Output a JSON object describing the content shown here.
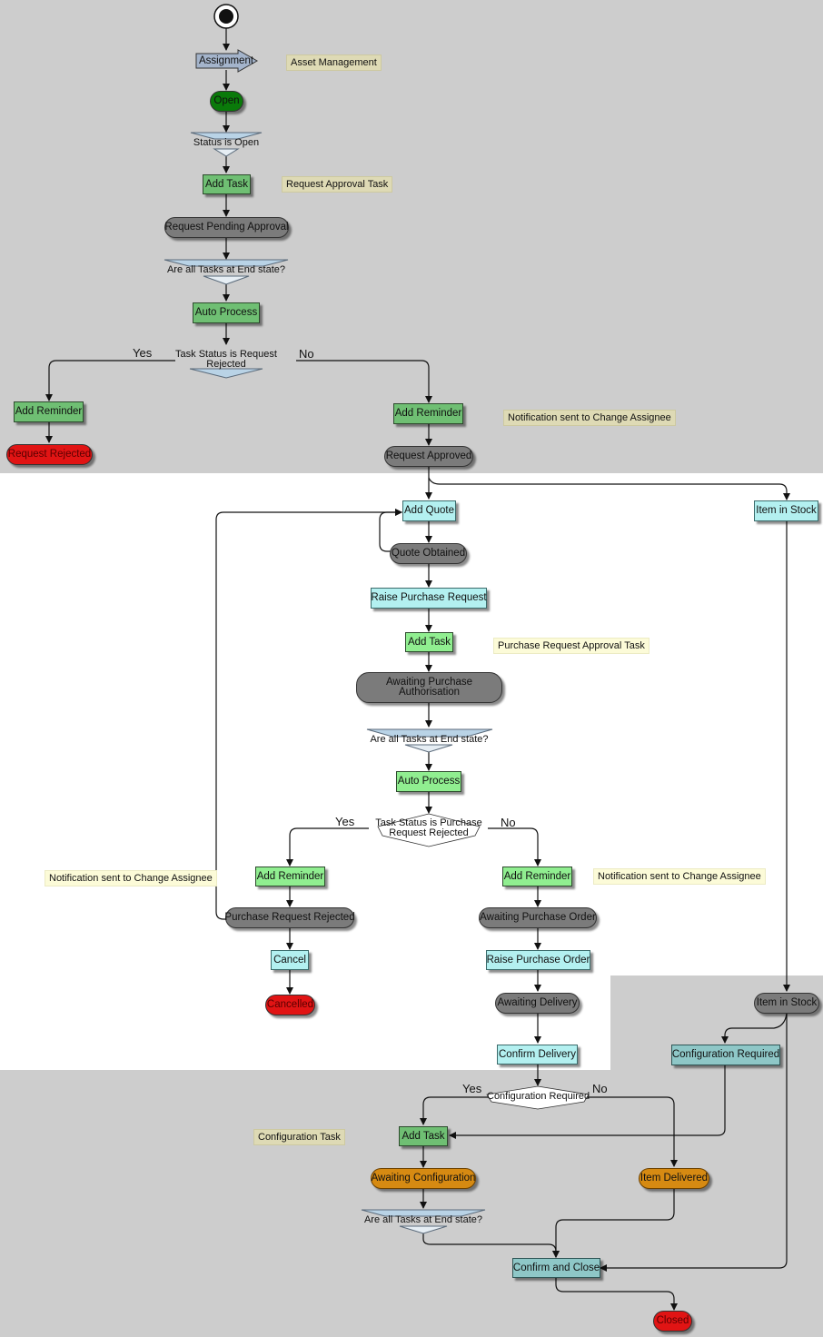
{
  "start_node": "start",
  "nodes": {
    "assignment": "Assignment",
    "open": "Open",
    "status_is_open": "Status is Open",
    "add_task_1": "Add Task",
    "request_pending_approval": "Request Pending Approval",
    "are_all_tasks_1": "Are all Tasks at End state?",
    "auto_process_1": "Auto Process",
    "task_status_request_rejected": "Task Status is Request Rejected",
    "add_reminder_1": "Add Reminder",
    "request_rejected": "Request Rejected",
    "add_reminder_2": "Add Reminder",
    "request_approved": "Request Approved",
    "add_quote": "Add Quote",
    "item_in_stock_action": "Item in Stock",
    "quote_obtained": "Quote Obtained",
    "raise_purchase_request": "Raise Purchase Request",
    "add_task_2": "Add Task",
    "awaiting_purchase_authorisation": "Awaiting Purchase Authorisation",
    "are_all_tasks_2": "Are all Tasks at End state?",
    "auto_process_2": "Auto Process",
    "task_status_purchase_rejected": "Task Status is Purchase Request Rejected",
    "add_reminder_3": "Add Reminder",
    "purchase_request_rejected": "Purchase Request Rejected",
    "cancel": "Cancel",
    "cancelled": "Cancelled",
    "add_reminder_4": "Add Reminder",
    "awaiting_purchase_order": "Awaiting Purchase Order",
    "raise_purchase_order": "Raise Purchase Order",
    "awaiting_delivery": "Awaiting Delivery",
    "confirm_delivery": "Confirm Delivery",
    "item_in_stock_state": "Item in Stock",
    "configuration_required_action": "Configuration Required",
    "configuration_required_decision": "Configuration Required",
    "add_task_3": "Add Task",
    "awaiting_configuration": "Awaiting Configuration",
    "item_delivered": "Item Delivered",
    "are_all_tasks_3": "Are all Tasks at End state?",
    "confirm_and_close": "Confirm and Close",
    "closed": "Closed"
  },
  "notes": {
    "asset_management": "Asset Management",
    "request_approval_task": "Request Approval Task",
    "notification_1": "Notification sent to Change Assignee",
    "purchase_request_approval_task": "Purchase Request Approval Task",
    "notification_2": "Notification sent to Change Assignee",
    "notification_3": "Notification sent to Change Assignee",
    "configuration_task": "Configuration Task"
  },
  "branch_labels": {
    "yes_1": "Yes",
    "no_1": "No",
    "yes_2": "Yes",
    "no_2": "No",
    "yes_3": "Yes",
    "no_3": "No"
  },
  "colors": {
    "background_band": "#cdcdcd",
    "action": "#6fbf73",
    "light_action": "#90ee90",
    "cyan_action": "#b3f0f0",
    "teal_action": "#8ec7c7",
    "state": "#7b7b7b",
    "start_state": "#0a7a0a",
    "end_state": "#e11414",
    "orange_state": "#d68a12",
    "note_tan": "#dedab5",
    "note_cream": "#fcfbd8"
  }
}
